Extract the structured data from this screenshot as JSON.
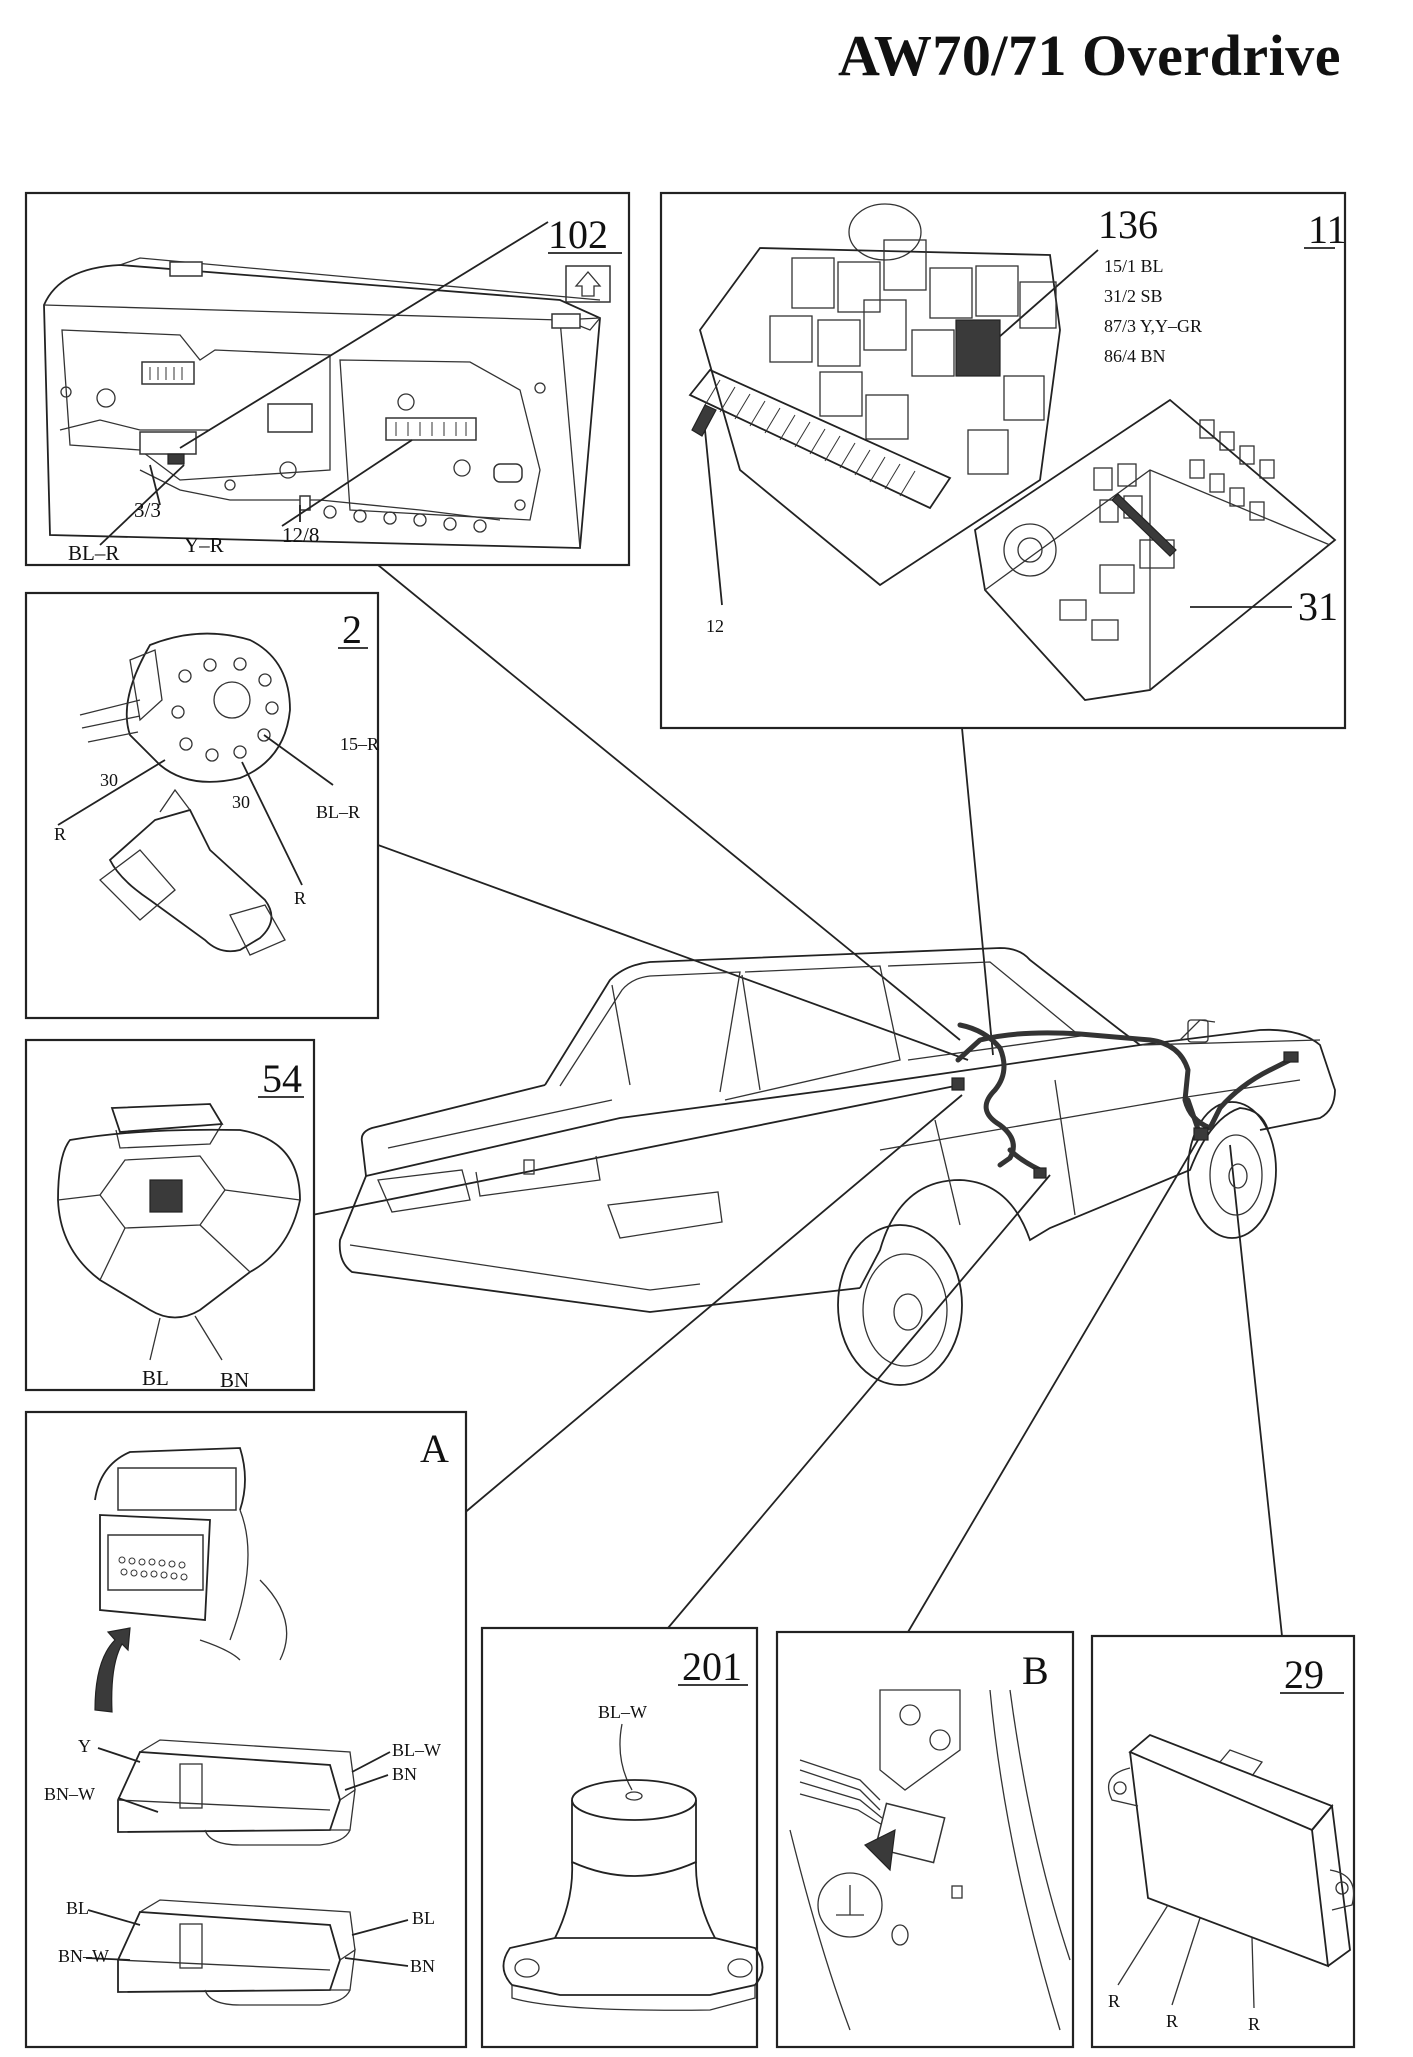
{
  "title": "AW70/71 Overdrive",
  "panels": {
    "p102": {
      "number": "102",
      "labels": {
        "a": "3/3",
        "b": "BL–R",
        "c": "Y–R",
        "d": "12/8"
      }
    },
    "p11": {
      "number": "11",
      "relay": "136",
      "pins": [
        "15/1 BL",
        "31/2 SB",
        "87/3 Y,Y–GR",
        "86/4 BN"
      ],
      "label_12": "12",
      "label_31": "31"
    },
    "p2": {
      "number": "2",
      "labels": {
        "a": "30",
        "b": "15–R",
        "c": "30",
        "d": "BL–R",
        "e": "R",
        "f": "R"
      }
    },
    "p54": {
      "number": "54",
      "labels": {
        "a": "BL",
        "b": "BN"
      }
    },
    "pA": {
      "number": "A",
      "labels": {
        "y": "Y",
        "blw": "BL–W",
        "bn1": "BN",
        "bnw": "BN–W",
        "bl1": "BL",
        "bl2": "BL",
        "bn2": "BN"
      }
    },
    "p201": {
      "number": "201",
      "labels": {
        "blw": "BL–W"
      }
    },
    "pB": {
      "number": "B"
    },
    "p29": {
      "number": "29",
      "labels": {
        "r1": "R",
        "r2": "R",
        "r3": "R"
      }
    }
  },
  "icons": [
    "up-arrow-icon",
    "ground-symbol-icon",
    "curved-arrow-icon"
  ],
  "colors": {
    "line": "#222222",
    "connector_fill": "#3a3a3a"
  }
}
